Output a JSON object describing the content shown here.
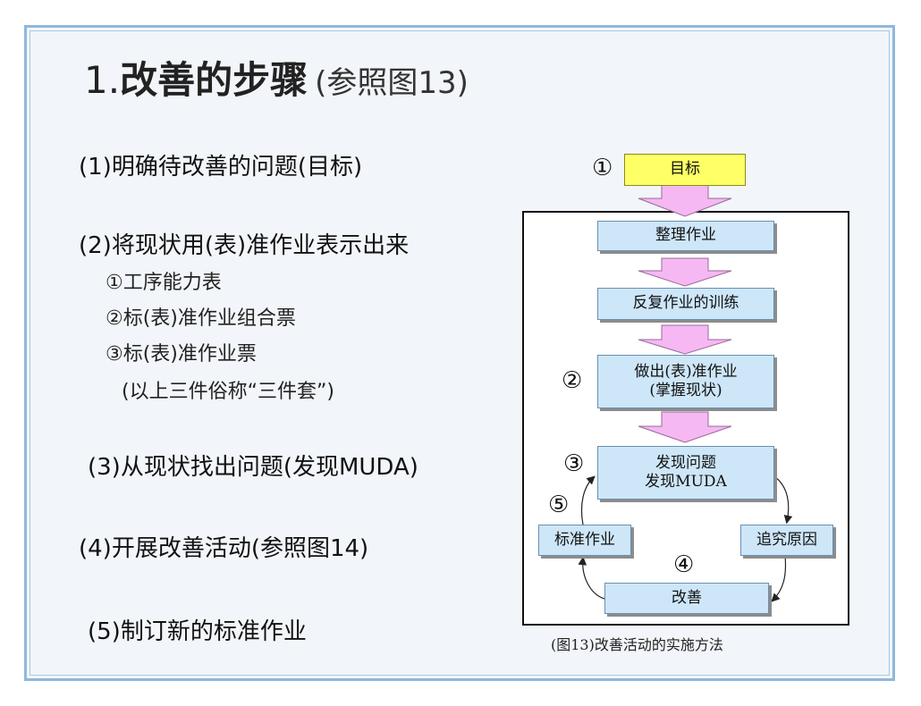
{
  "title": {
    "number": "1.",
    "main": "改善的步骤",
    "sub": "(参照图13)"
  },
  "steps": [
    "(1)明确待改善的问题(目标)",
    "(2)将现状用(表)准作业表示出来",
    "(3)从现状找出问题(发现MUDA)",
    "(4)开展改善活动(参照图14)",
    "(5)制订新的标准作业"
  ],
  "step2_items": [
    "①工序能力表",
    "②标(表)准作业组合票",
    "③标(表)准作业票",
    "(以上三件俗称“三件套”)"
  ],
  "diagram": {
    "goal": "目标",
    "box1": "整理作业",
    "box2": "反复作业的训练",
    "box3": [
      "做出(表)准作业",
      "(掌握现状)"
    ],
    "box4": [
      "发现问题",
      "发现MUDA"
    ],
    "box5": "追究原因",
    "box6": "改善",
    "box7": "标准作业",
    "markers": [
      "①",
      "②",
      "③",
      "④",
      "⑤"
    ],
    "caption": "(图13)改善活动的实施方法",
    "colors": {
      "goal": "#ffff66",
      "box": "#cde6f8",
      "arrow": "#f5b8f2"
    }
  }
}
